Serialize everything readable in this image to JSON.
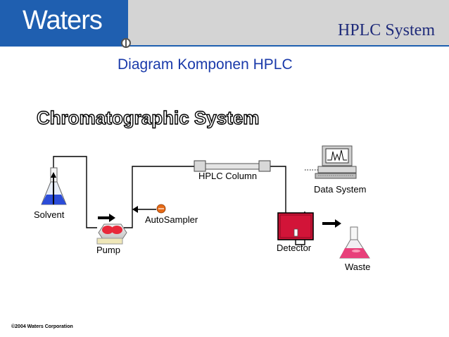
{
  "brand": {
    "logo_text": "Waters"
  },
  "header": {
    "title": "HPLC System"
  },
  "subtitle": "Diagram Komponen HPLC",
  "diagram": {
    "title": "Chromatographic System",
    "components": {
      "solvent": "Solvent",
      "pump": "Pump",
      "autosampler": "AutoSampler",
      "hplc_column": "HPLC Column",
      "data_system": "Data System",
      "detector": "Detector",
      "waste": "Waste"
    },
    "colors": {
      "solvent_liquid": "#2b4cd8",
      "pump_head": "#e8283a",
      "detector_body": "#d21438",
      "waste_liquid": "#e8407a",
      "autosampler_dot": "#e66a17",
      "logo_blue": "#1f5fb0"
    }
  },
  "footer": {
    "copyright": "©2004 Waters Corporation"
  }
}
